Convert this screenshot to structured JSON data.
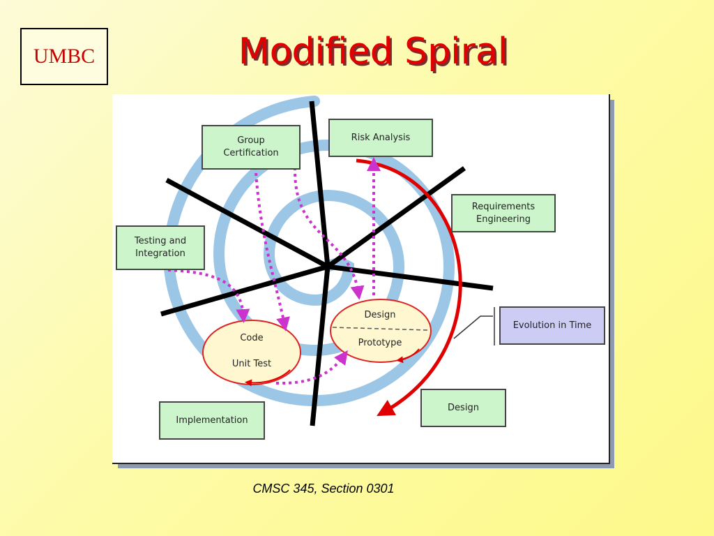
{
  "logo": {
    "text": "UMBC"
  },
  "title": "Modified Spiral",
  "footer": "CMSC 345, Section 0301",
  "diagram": {
    "boxes": {
      "group_certification": "Group\nCertification",
      "risk_analysis": "Risk Analysis",
      "requirements_engineering": "Requirements\nEngineering",
      "testing_integration": "Testing and\nIntegration",
      "evolution_in_time": "Evolution in Time",
      "design": "Design",
      "implementation": "Implementation"
    },
    "ellipses": {
      "code": "Code",
      "unit_test": "Unit Test",
      "design": "Design",
      "prototype": "Prototype"
    },
    "colors": {
      "spiral": "#9cc6e6",
      "arrow_red": "#e00000",
      "dotted_arrow": "#cc33cc",
      "box_green": "#ccf5cc",
      "box_purple": "#ccccf5"
    }
  }
}
